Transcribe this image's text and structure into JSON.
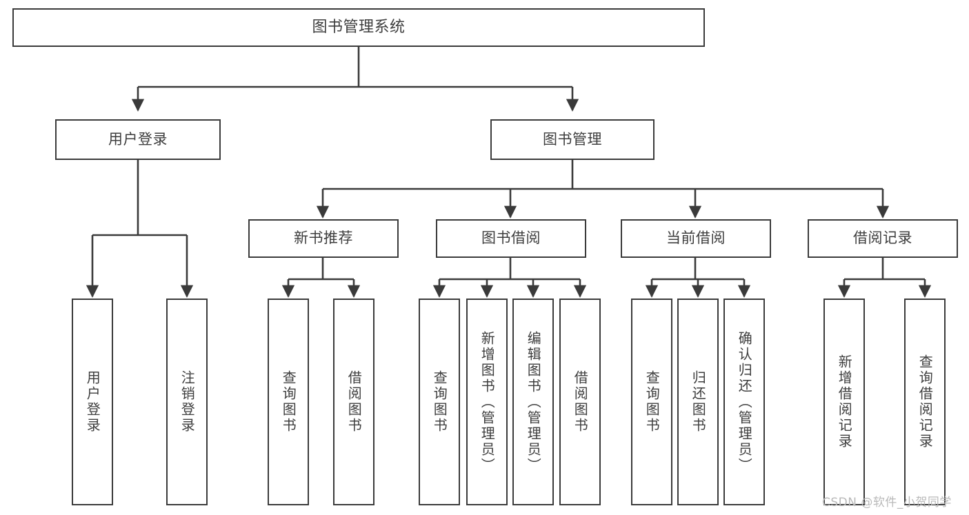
{
  "diagram": {
    "type": "tree",
    "title": "图书管理系统",
    "root": {
      "label": "图书管理系统"
    },
    "level2": [
      {
        "label": "用户登录"
      },
      {
        "label": "图书管理"
      }
    ],
    "level3": [
      {
        "label": "新书推荐"
      },
      {
        "label": "图书借阅"
      },
      {
        "label": "当前借阅"
      },
      {
        "label": "借阅记录"
      }
    ],
    "leaves": {
      "user_login": [
        {
          "label": "用户登录"
        },
        {
          "label": "注销登录"
        }
      ],
      "new_book_recommend": [
        {
          "label": "查询图书"
        },
        {
          "label": "借阅图书"
        }
      ],
      "book_borrow": [
        {
          "label": "查询图书"
        },
        {
          "label": "新增图书（管理员）"
        },
        {
          "label": "编辑图书（管理员）"
        },
        {
          "label": "借阅图书"
        }
      ],
      "current_borrow": [
        {
          "label": "查询图书"
        },
        {
          "label": "归还图书"
        },
        {
          "label": "确认归还（管理员）"
        }
      ],
      "borrow_record": [
        {
          "label": "新增借阅记录"
        },
        {
          "label": "查询借阅记录"
        }
      ]
    }
  },
  "watermark": {
    "text": "CSDN @软件_小贺同学"
  },
  "colors": {
    "stroke": "#3a3a3a",
    "text": "#3d3d3d",
    "background": "#ffffff",
    "watermark": "#b9b9b9"
  }
}
